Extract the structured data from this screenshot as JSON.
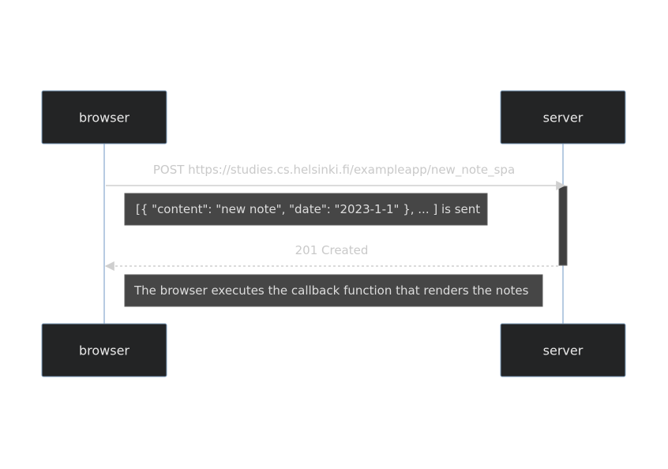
{
  "participants": [
    {
      "id": "browser",
      "label": "browser"
    },
    {
      "id": "server",
      "label": "server"
    }
  ],
  "messages": [
    {
      "from": "browser",
      "to": "server",
      "label": "POST https://studies.cs.helsinki.fi/exampleapp/new_note_spa",
      "style": "solid"
    },
    {
      "from": "server",
      "to": "browser",
      "label": "201 Created",
      "style": "dashed"
    }
  ],
  "notes": [
    {
      "label": "[{ \"content\": \"new note\", \"date\": \"2023-1-1\" }, ... ] is sent"
    },
    {
      "label": "The browser executes the callback function that renders the notes"
    }
  ],
  "colors": {
    "actor_fill": "#232425",
    "actor_stroke": "#81a0c0",
    "lifeline": "#9fbad8",
    "message_line": "#cfcfcf",
    "note_fill": "#464646",
    "note_stroke": "#5a5a5a",
    "activation_fill": "#3f3f3f"
  }
}
